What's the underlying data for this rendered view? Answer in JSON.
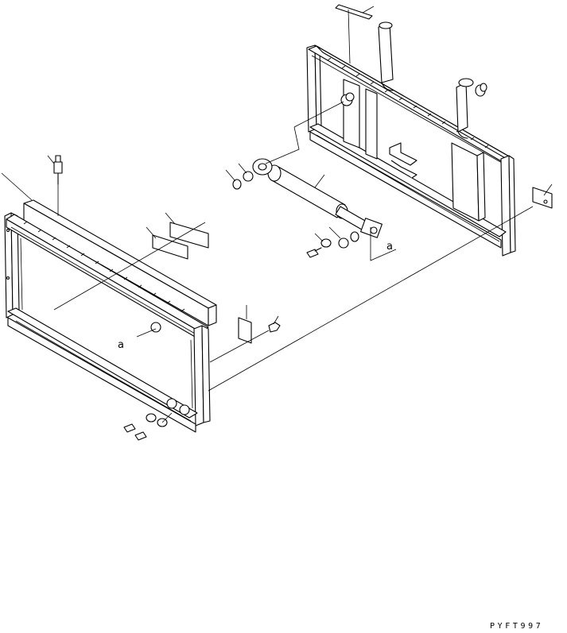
{
  "labels": {
    "ref_a_front": "a",
    "ref_a_cylinder": "a"
  },
  "drawing_code": "PYFT997"
}
